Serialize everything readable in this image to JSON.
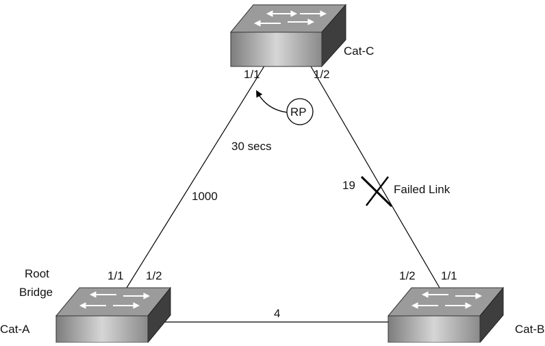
{
  "switches": {
    "cat_c": {
      "name": "Cat-C"
    },
    "cat_a": {
      "name": "Cat-A",
      "role_line1": "Root",
      "role_line2": "Bridge"
    },
    "cat_b": {
      "name": "Cat-B"
    }
  },
  "ports": {
    "c_left": "1/1",
    "c_right": "1/2",
    "a_up": "1/1",
    "a_right": "1/2",
    "b_left": "1/2",
    "b_up": "1/1"
  },
  "costs": {
    "a_c": "1000",
    "c_b": "19",
    "a_b": "4"
  },
  "annotations": {
    "root_port": "RP",
    "timer": "30 secs",
    "failed_link": "Failed Link"
  },
  "colors": {
    "switch_front_light": "#cfcfcf",
    "switch_front_dark": "#7a7a7a",
    "switch_top": "#9a9a9a",
    "switch_side": "#3c3c3c",
    "line": "#000000"
  }
}
